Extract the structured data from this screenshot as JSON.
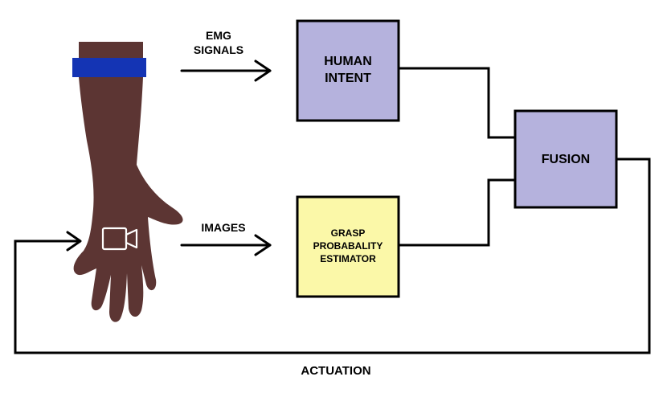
{
  "labels": {
    "emg_line1": "EMG",
    "emg_line2": "SIGNALS",
    "images": "IMAGES",
    "actuation": "ACTUATION"
  },
  "boxes": {
    "human_intent": {
      "line1": "HUMAN",
      "line2": "INTENT"
    },
    "grasp": {
      "line1": "GRASP",
      "line2": "PROBABALITY",
      "line3": "ESTIMATOR"
    },
    "fusion": {
      "line1": "FUSION"
    }
  },
  "icons": {
    "arm": "arm-hand-icon",
    "band": "emg-armband-icon",
    "camera": "camera-icon"
  },
  "colors": {
    "skin": "#5c3533",
    "band": "#1434b4",
    "purple_box": "#b5b2dd",
    "yellow_box": "#fbf8a8",
    "stroke": "#000000",
    "camera": "#ffffff"
  }
}
